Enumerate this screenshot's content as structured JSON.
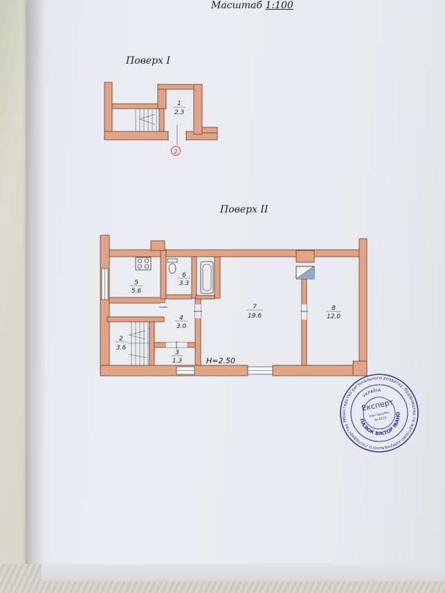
{
  "scale": {
    "label": "Масштаб",
    "value": "1:100"
  },
  "floors": [
    {
      "title": "Поверх I",
      "rooms": [
        {
          "num": "1",
          "area": "2.3"
        }
      ],
      "marker": "2"
    },
    {
      "title": "Поверх II",
      "height": "H=2.50",
      "rooms": [
        {
          "num": "2",
          "area": "3.6"
        },
        {
          "num": "3",
          "area": "1.3"
        },
        {
          "num": "4",
          "area": "3.0"
        },
        {
          "num": "5",
          "area": "5.6"
        },
        {
          "num": "6",
          "area": "3.3"
        },
        {
          "num": "7",
          "area": "19.6"
        },
        {
          "num": "8",
          "area": "12.0"
        }
      ]
    }
  ],
  "stamp": {
    "center_word": "Експерт",
    "top_word": "УКРАЇНА",
    "reg_label": "Реєстраційн.",
    "reg_number": "№ 4210",
    "name_arc": "ПАЗЮК ВІКТОР ІВАНОВИЧ",
    "outer_ring": "Міністерство регіонального розвитку, будівництва та житлово-комунального господарства України • Атестаційна архітектурно-будівельна комісія •",
    "color": "#2c3a8c"
  },
  "colors": {
    "wall": "#e2a486",
    "wall_stroke": "#7a4a3a",
    "page": "#e9ebf0"
  }
}
